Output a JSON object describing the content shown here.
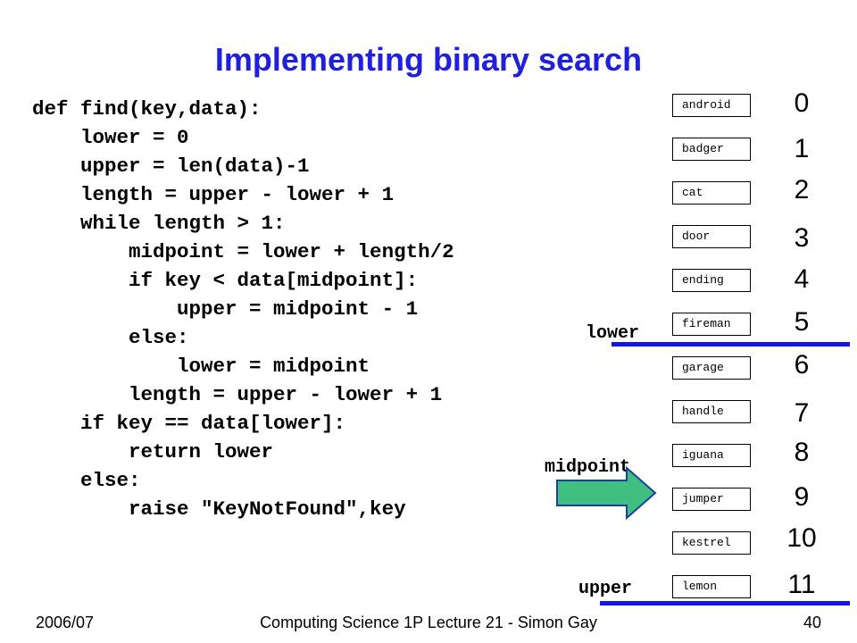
{
  "slide": {
    "title": "Implementing binary search",
    "code_lines": [
      "def find(key,data):",
      "    lower = 0",
      "    upper = len(data)-1",
      "    length = upper - lower + 1",
      "    while length > 1:",
      "        midpoint = lower + length/2",
      "        if key < data[midpoint]:",
      "            upper = midpoint - 1",
      "        else:",
      "            lower = midpoint",
      "        length = upper - lower + 1",
      "    if key == data[lower]:",
      "        return lower",
      "    else:",
      "        raise \"KeyNotFound\",key"
    ]
  },
  "array": {
    "items": [
      "android",
      "badger",
      "cat",
      "door",
      "ending",
      "fireman",
      "garage",
      "handle",
      "iguana",
      "jumper",
      "kestrel",
      "lemon"
    ],
    "indices": [
      "0",
      "1",
      "2",
      "3",
      "4",
      "5",
      "6",
      "7",
      "8",
      "9",
      "10",
      "11"
    ]
  },
  "pointers": {
    "lower_label": "lower",
    "midpoint_label": "midpoint",
    "upper_label": "upper",
    "lower_index": 5,
    "midpoint_index": 9,
    "upper_index": 11
  },
  "colors": {
    "title": "#1f1fdc",
    "pointer_bar": "#1414e6",
    "arrow_fill": "#40c080"
  },
  "footer": {
    "left": "2006/07",
    "center": "Computing Science 1P Lecture 21 - Simon Gay",
    "page": "40"
  }
}
